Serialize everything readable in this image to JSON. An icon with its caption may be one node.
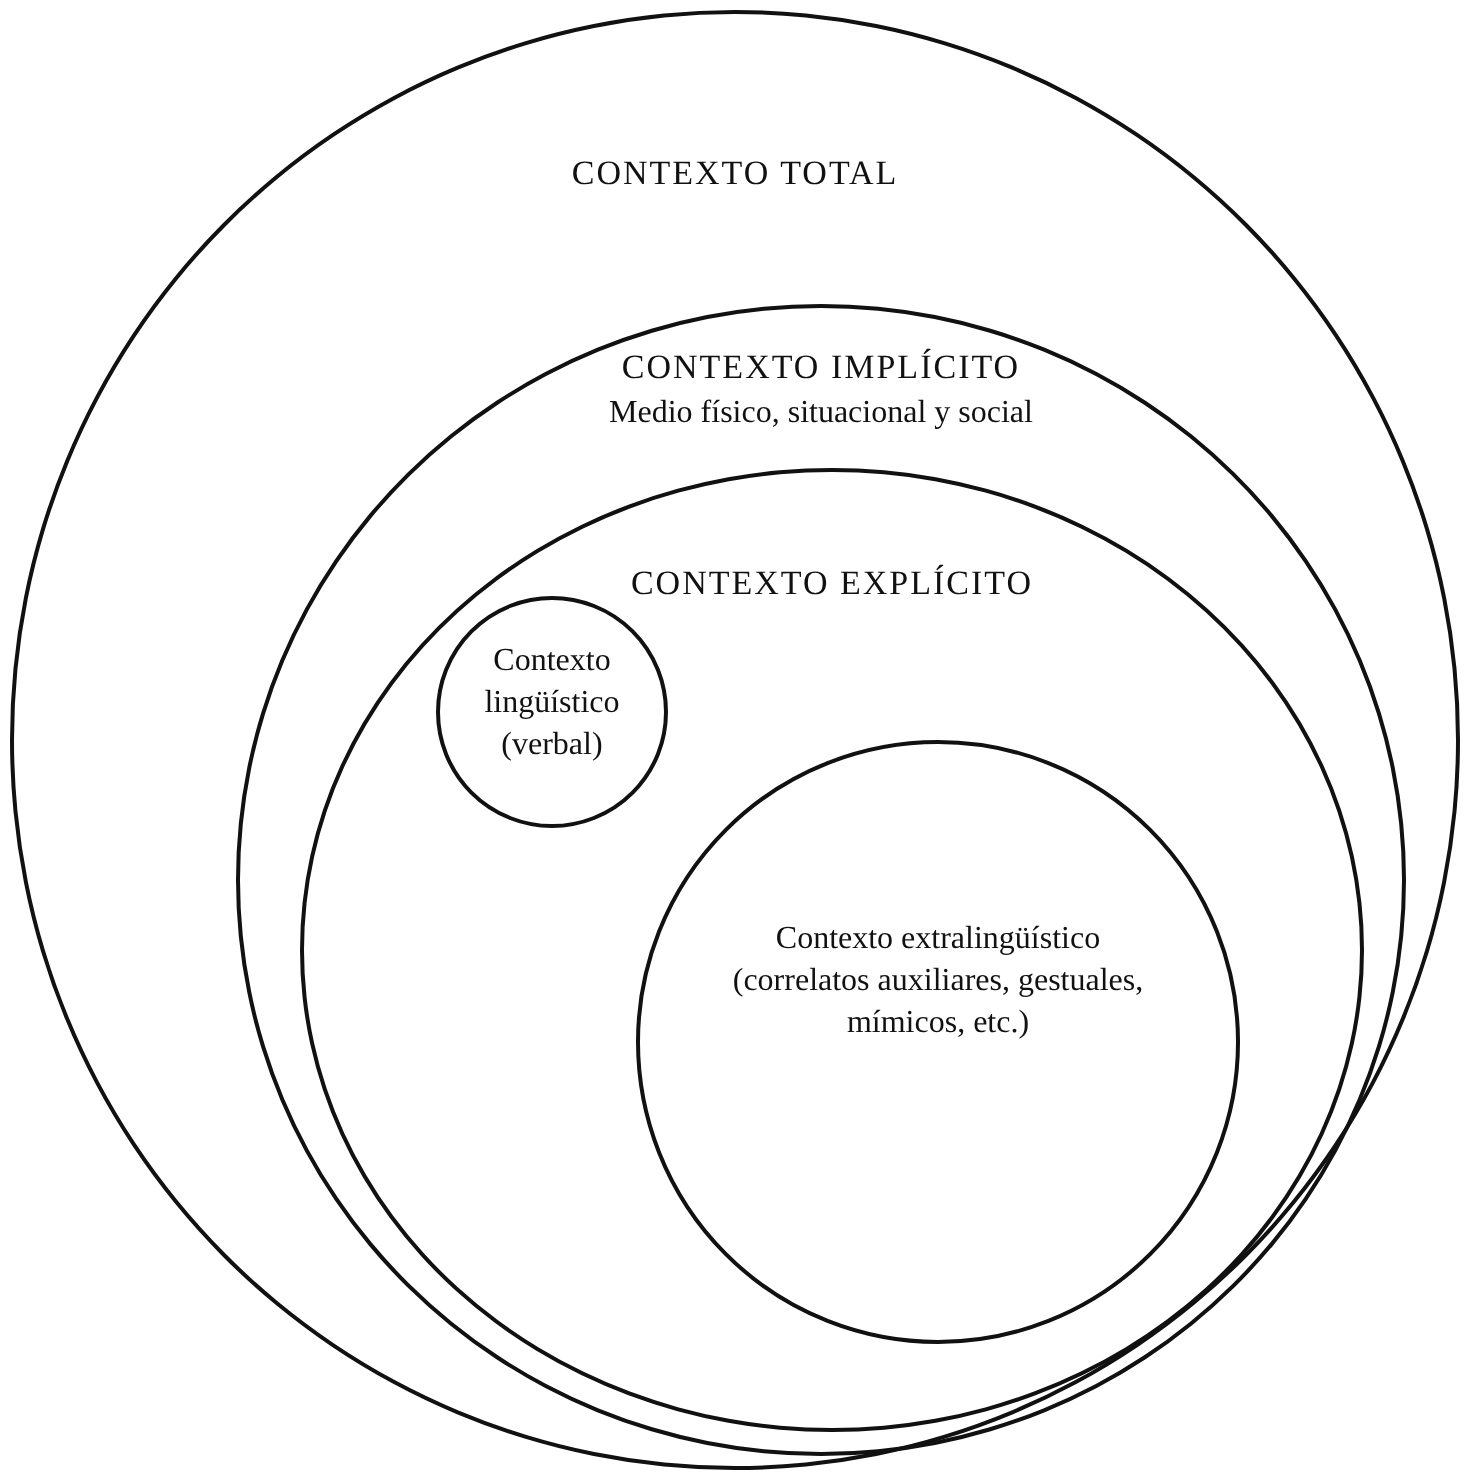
{
  "diagram": {
    "nodes": [
      {
        "text": [
          "CONTEXTO TOTAL"
        ]
      },
      {
        "text": [
          "CONTEXTO IMPLÍCITO",
          "Medio físico, situacional y social"
        ],
        "in": 0
      },
      {
        "text": [
          "CONTEXTO EXPLÍCITO"
        ],
        "in": 1
      },
      {
        "text": [
          "Contexto lingüístico (verbal)"
        ],
        "in": 2
      },
      {
        "text": [
          "Contexto extralingüístico (correlatos auxiliares, gestuales, mímicos, etc.)"
        ],
        "in": 2
      }
    ]
  }
}
